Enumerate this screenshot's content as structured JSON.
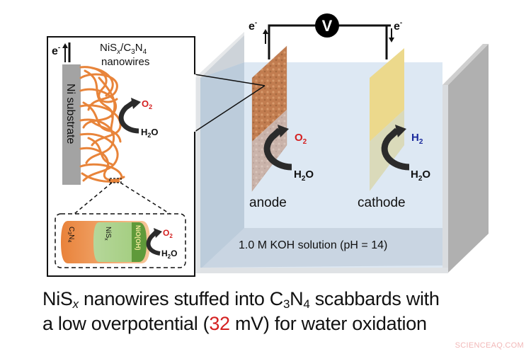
{
  "figure": {
    "inset": {
      "electron_label": "e",
      "electron_sup": "-",
      "nanowire_title_line1_parts": [
        "NiS",
        "x",
        "/C",
        "3",
        "N",
        "4"
      ],
      "nanowire_title_line2": "nanowires",
      "substrate_label": "Ni substrate",
      "reaction_product": "O",
      "reaction_product_sub": "2",
      "reaction_reactant": "H",
      "reaction_reactant_sub": "2",
      "reaction_reactant_tail": "O",
      "zoom_detail": {
        "shell_label": "C3N4",
        "core_label": "NiSx",
        "surface_label": "NiO(OH)",
        "product": "O2",
        "reactant": "H2O"
      }
    },
    "cell": {
      "voltmeter_label": "V",
      "left_electron": "e",
      "right_electron": "e",
      "anode": {
        "label": "anode",
        "product": "O",
        "product_sub": "2",
        "reactant": "H",
        "reactant_sub": "2",
        "reactant_tail": "O"
      },
      "cathode": {
        "label": "cathode",
        "product": "H",
        "product_sub": "2",
        "reactant": "H",
        "reactant_sub": "2",
        "reactant_tail": "O"
      },
      "solution_label": "1.0 M KOH solution (pH = 14)"
    },
    "caption": {
      "line1_a": "NiS",
      "line1_sub_x": "x",
      "line1_b": " nanowires stuffed into C",
      "line1_sub_3": "3",
      "line1_c": "N",
      "line1_sub_4": "4",
      "line1_d": " scabbards with",
      "line2_a": "a low overpotential (",
      "line2_value": "32",
      "line2_b": " mV) for water oxidation"
    },
    "watermark": "SCIENCEAQ.COM",
    "colors": {
      "oxygen_red": "#d42020",
      "hydrogen_blue": "#1a2a9c",
      "solution_blue": "#dde8f3",
      "nanowire_orange": "#e8843a",
      "substrate_gray": "#a3a3a3",
      "cathode_yellow": "#ecd98c",
      "anode_brown": "#c9875a"
    }
  }
}
